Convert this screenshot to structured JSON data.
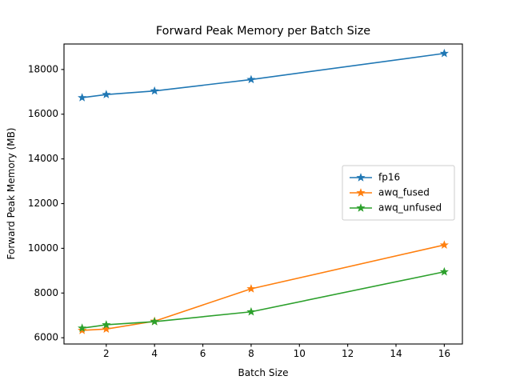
{
  "chart_data": {
    "type": "line",
    "title": "Forward Peak Memory per Batch Size",
    "xlabel": "Batch Size",
    "ylabel": "Forward Peak Memory (MB)",
    "x": [
      1,
      2,
      4,
      8,
      16
    ],
    "xlim": [
      0.25,
      16.75
    ],
    "ylim": [
      5720,
      19140
    ],
    "xticks": [
      2,
      4,
      6,
      8,
      10,
      12,
      14,
      16
    ],
    "xticklabels": [
      "2",
      "4",
      "6",
      "8",
      "10",
      "12",
      "14",
      "16"
    ],
    "yticks": [
      6000,
      8000,
      10000,
      12000,
      14000,
      16000,
      18000
    ],
    "yticklabels": [
      "6000",
      "8000",
      "10000",
      "12000",
      "14000",
      "16000",
      "18000"
    ],
    "grid": false,
    "marker": "star",
    "legend_position": "center-right",
    "series": [
      {
        "name": "fp16",
        "color": "#1f77b4",
        "values": [
          16740,
          16880,
          17040,
          17550,
          18720
        ]
      },
      {
        "name": "awq_fused",
        "color": "#ff7f0e",
        "values": [
          6330,
          6390,
          6740,
          8190,
          10150
        ]
      },
      {
        "name": "awq_unfused",
        "color": "#2ca02c",
        "values": [
          6430,
          6580,
          6720,
          7160,
          8950
        ]
      }
    ]
  },
  "figure": {
    "background_color": "#ffffff",
    "axes_color": "#000000"
  }
}
